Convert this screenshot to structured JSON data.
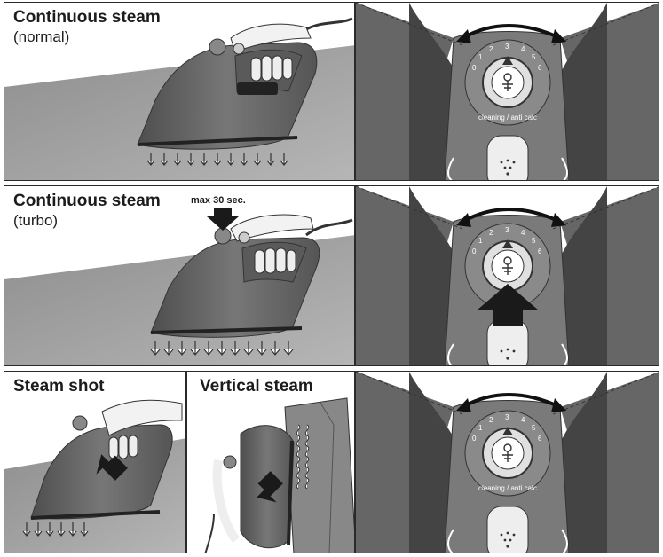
{
  "rows": [
    {
      "title": "Continuous steam",
      "subtitle": "(normal)"
    },
    {
      "title": "Continuous steam",
      "subtitle": "(turbo)",
      "note": "max 30 sec."
    },
    {
      "title_left": "Steam shot",
      "title_right": "Vertical steam"
    }
  ],
  "dial": {
    "scale": [
      "0",
      "1",
      "2",
      "3",
      "4",
      "5",
      "6"
    ],
    "cleaning_label": "cleaning / anti calc"
  },
  "colors": {
    "iron": "#6b6b6b",
    "iron_dark": "#4a4a4a",
    "floor": "#9a9a9a",
    "border": "#2a2a2a",
    "arrow": "#1a1a1a"
  }
}
